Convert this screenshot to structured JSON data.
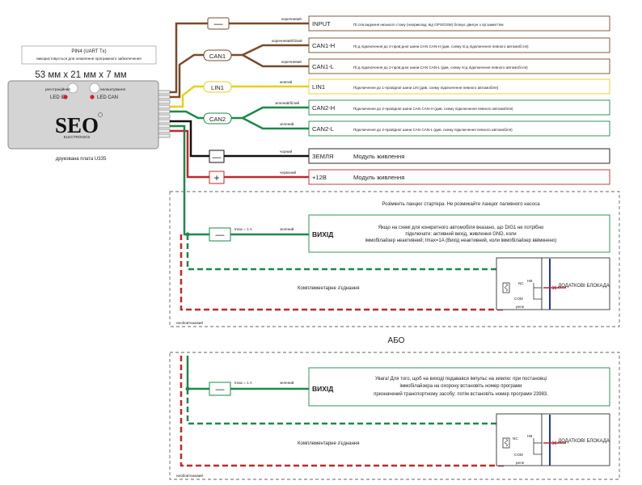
{
  "note_box": {
    "line1": "PIN4 (UART Tx)",
    "line2": "використовується для оновлення програмного забезпечення"
  },
  "dimensions": "53 мм х 21 мм х 7 мм",
  "module": {
    "brand": "SEO",
    "brand_sub": "ELECTRONICS",
    "led_id_small": "реєстраційний",
    "led_id": "LED ID",
    "led_can_small": "налаштування",
    "led_can": "LED CAN",
    "caption": "друкована плата U335"
  },
  "wires": [
    {
      "symbol": "—",
      "color_label": "коричневий",
      "name": "INPUT",
      "desc": "Пі:слв видання низького стану (наприклад, від GPS/GSM) блокує двигун з пр:замиттям",
      "color": "#7a4a2a"
    },
    {
      "symbol": "",
      "color_label": "коричневий/білий",
      "name": "CAN1-H",
      "desc": "Пі:д підключення до 2-пров:дної шини CAN CAN-H (див. схему пі:д підключення певного автомобі:ля)",
      "color": "#7a4a2a"
    },
    {
      "symbol": "",
      "color_label": "коричневий",
      "name": "CAN1-L",
      "desc": "Пі:д підключення до 2-пров:дної шини CAN CAN-L (див. схему пі:д підключення певного автомобі:ля)",
      "color": "#7a4a2a"
    },
    {
      "symbol": "",
      "color_label": "жовтий",
      "name": "LIN1",
      "desc": "Підключення до 1-провідної шини LIN (див. схему підключення певного автомобіля)",
      "color": "#e8cf1a"
    },
    {
      "symbol": "",
      "color_label": "зелений/білий",
      "name": "CAN2-H",
      "desc": "Підключення до 2-провідної шини CAN CAN-H (див. схему підключення певного автомобіля)",
      "color": "#1a8a4a"
    },
    {
      "symbol": "",
      "color_label": "зелений",
      "name": "CAN2-L",
      "desc": "Підключення до 2-провідної шини CAN CAN-L (див. схему підключення певного автомобіля)",
      "color": "#1a8a4a"
    },
    {
      "symbol": "—",
      "color_label": "чорний",
      "name": "ЗЕМЛЯ",
      "desc": "Модуль живлення",
      "color": "#111111"
    },
    {
      "symbol": "+",
      "color_label": "червоний",
      "name": "+12В",
      "desc": "Модуль живлення",
      "color": "#c0282a"
    }
  ],
  "can_labels": {
    "can1": "CAN1",
    "lin1": "LIN1",
    "can2": "CAN2"
  },
  "section1": {
    "header": "Розімкніть ланцюг стартера. Не розмикайте ланцюг паливного насоса",
    "minus": "—",
    "imax": "Imax = 1 A",
    "wire_color": "зелений",
    "out_label": "ВИХІД",
    "out_desc_1": "Якщо на схемі для конкретного автомобіля вказано, що DIG1 не потрібно",
    "out_desc_2": "підключати: активний вихід, живлення GND, коли",
    "out_desc_3": "іммобілайзер неактивний; Imax=1A (Вихід неактивний, коли іммобілайзер ввімкнено)",
    "comp": "Комплементарне з'єднання",
    "nc": "NC",
    "nr": "НВ",
    "com": "COM",
    "relay": "реле",
    "extra": "ДОДАТКОВІ БЛОКАДА",
    "optional": "необов'язковий"
  },
  "or_label": "АБО",
  "section2": {
    "imax": "Imax = 1 A",
    "wire_color": "зелений",
    "out_label": "ВИХІД",
    "out_desc_1": "Увага! Для того, щоб на виході подавався імпульс на землю: при постановці",
    "out_desc_2": "іммобілайзера на охорону встановіть номер програми",
    "out_desc_3": "призначений транспортному засобу; потім встановіть номер програми 23983.",
    "comp": "Комплементарне з'єднання",
    "nc": "NC",
    "nr": "НВ",
    "com": "COM",
    "relay": "реле",
    "extra": "ДОДАТКОВІ БЛОКАДА",
    "optional": "необов'язковий"
  }
}
